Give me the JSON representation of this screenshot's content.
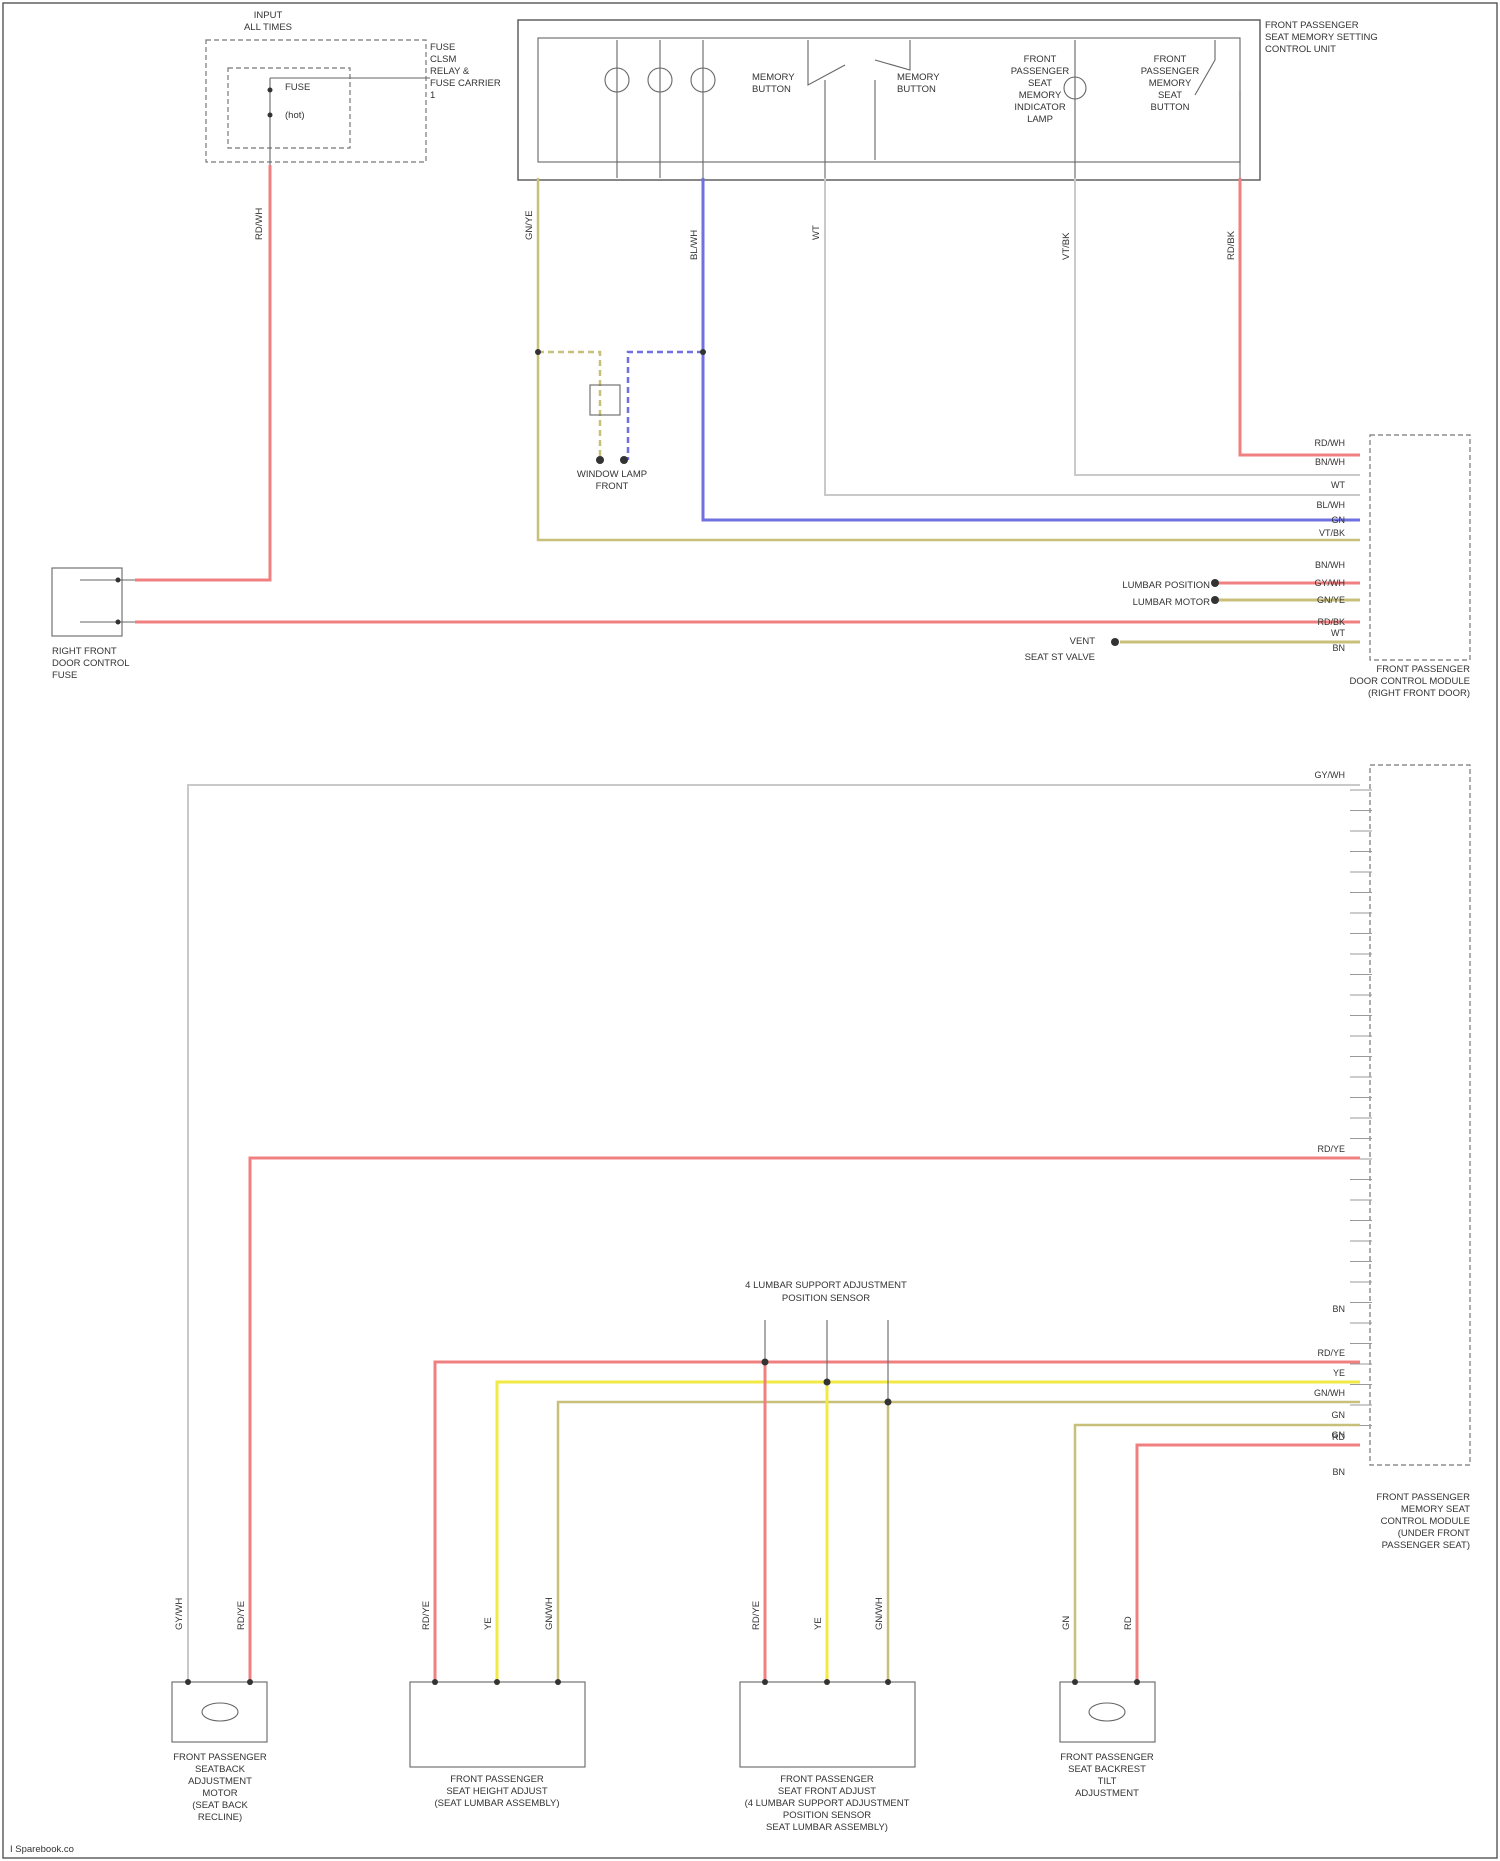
{
  "colors": {
    "red": "#f08080",
    "yellow": "#f2ea44",
    "olive": "#c8c07a",
    "blue": "#7070e0",
    "white": "#c9c9c9",
    "border": "#555555"
  },
  "components": {
    "top_left_fuse": [
      "INPUT",
      "ALL TIMES"
    ],
    "fuse_label": "FUSE",
    "hot_label": "(hot)",
    "fuse_relay_note": [
      "FUSE",
      "CLSM",
      "RELAY &",
      "FUSE CARRIER",
      "1"
    ],
    "seat_memory_module": [
      "FRONT PASSENGER",
      "SEAT MEMORY SETTING",
      "CONTROL UNIT"
    ],
    "memory_button1": [
      "MEMORY",
      "BUTTON"
    ],
    "memory_button2": [
      "MEMORY",
      "BUTTON"
    ],
    "front_passenger_indicator": [
      "FRONT",
      "PASSENGER",
      "SEAT",
      "MEMORY",
      "INDICATOR",
      "LAMP"
    ],
    "seat_button": [
      "FRONT",
      "PASSENGER",
      "MEMORY",
      "SEAT",
      "BUTTON"
    ],
    "window_lamp": [
      "WINDOW LAMP",
      "FRONT"
    ],
    "right_front_door": [
      "RIGHT FRONT",
      "DOOR CONTROL",
      "FUSE"
    ],
    "door_control_module": [
      "FRONT PASSENGER",
      "DOOR CONTROL MODULE",
      "(RIGHT FRONT DOOR)"
    ],
    "seat_control_module": [
      "FRONT PASSENGER",
      "MEMORY SEAT",
      "CONTROL MODULE",
      "(UNDER FRONT",
      "PASSENGER SEAT)"
    ],
    "lumbar_support_motor": [
      "4 LUMBAR SUPPORT ADJUSTMENT",
      "POSITION SENSOR"
    ],
    "bottom1": [
      "FRONT PASSENGER",
      "SEATBACK",
      "ADJUSTMENT",
      "MOTOR",
      "(SEAT BACK",
      "RECLINE)"
    ],
    "bottom2": [
      "FRONT PASSENGER",
      "SEAT HEIGHT ADJUST",
      "(SEAT LUMBAR ASSEMBLY)"
    ],
    "bottom3": [
      "FRONT PASSENGER",
      "SEAT FRONT ADJUST",
      "(4 LUMBAR SUPPORT ADJUSTMENT",
      "POSITION SENSOR",
      "SEAT LUMBAR ASSEMBLY)"
    ],
    "bottom4": [
      "FRONT PASSENGER",
      "SEAT BACKREST",
      "TILT",
      "ADJUSTMENT"
    ]
  },
  "wire_labels": {
    "upper_left": "RD/WH",
    "upper_wt1": "GN/YE",
    "upper_bl": "BL/WH",
    "upper_wt2": "WT",
    "upper_vt": "VT/BK",
    "upper_rd": "RD/BK",
    "lower_left1": "GY/WH",
    "lower_left2": "RD/YE",
    "b1a": "RD/YE",
    "b1b": "YE",
    "b1c": "GN/WH",
    "b2a": "RD/YE",
    "b2b": "YE",
    "b2c": "GN/WH",
    "b3a": "GN",
    "b3b": "RD"
  },
  "connector_upper_pins": [
    "RD/WH",
    "BN/WH",
    "WT",
    "BL/WH",
    "GN",
    "VT/BK",
    "BN/WH",
    "GY/WH",
    "GN/YE",
    "RD/BK",
    "WT",
    "BN"
  ],
  "connector_lower_pins": [
    "GY/WH",
    "RD/YE",
    "BN",
    "RD/YE",
    "YE",
    "GN/WH",
    "GN",
    "GN",
    "RD",
    "BN"
  ],
  "terminal_labels": {
    "lumbar_pos": "LUMBAR POSITION",
    "lumbar_motor": "LUMBAR MOTOR",
    "vent": "VENT",
    "seat_st": "SEAT ST VALVE"
  },
  "footer": "I Sparebook.co"
}
